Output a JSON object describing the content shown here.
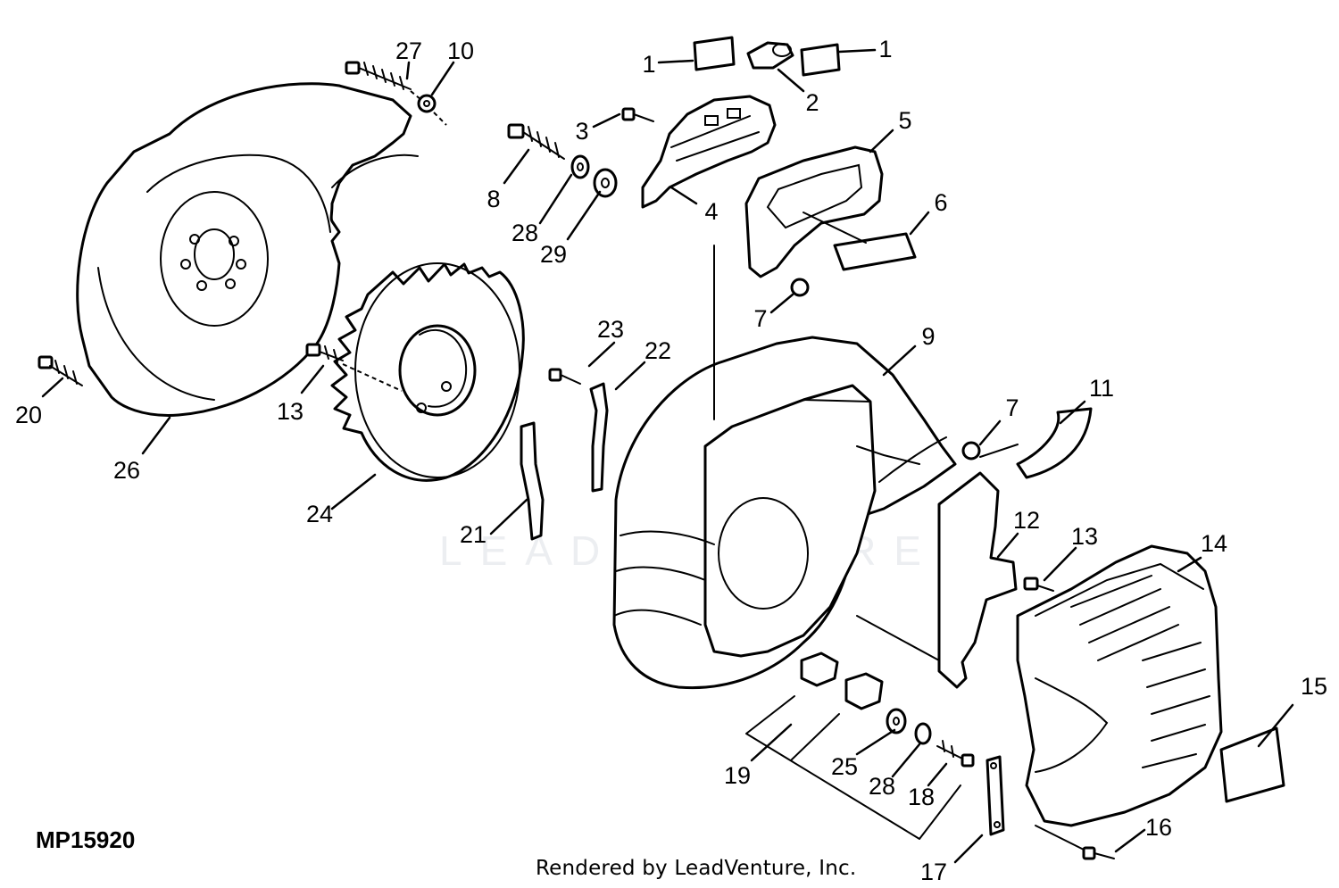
{
  "diagram_code": "MP15920",
  "footer": "Rendered by LeadVenture, Inc.",
  "watermark": "LEADVENTURE",
  "callouts": [
    {
      "id": "c1a",
      "label": "1"
    },
    {
      "id": "c1b",
      "label": "1"
    },
    {
      "id": "c2",
      "label": "2"
    },
    {
      "id": "c3",
      "label": "3"
    },
    {
      "id": "c4",
      "label": "4"
    },
    {
      "id": "c5",
      "label": "5"
    },
    {
      "id": "c6",
      "label": "6"
    },
    {
      "id": "c7a",
      "label": "7"
    },
    {
      "id": "c7b",
      "label": "7"
    },
    {
      "id": "c8",
      "label": "8"
    },
    {
      "id": "c9",
      "label": "9"
    },
    {
      "id": "c10",
      "label": "10"
    },
    {
      "id": "c11",
      "label": "11"
    },
    {
      "id": "c12",
      "label": "12"
    },
    {
      "id": "c13a",
      "label": "13"
    },
    {
      "id": "c13b",
      "label": "13"
    },
    {
      "id": "c14",
      "label": "14"
    },
    {
      "id": "c15",
      "label": "15"
    },
    {
      "id": "c16",
      "label": "16"
    },
    {
      "id": "c17",
      "label": "17"
    },
    {
      "id": "c18",
      "label": "18"
    },
    {
      "id": "c19",
      "label": "19"
    },
    {
      "id": "c20",
      "label": "20"
    },
    {
      "id": "c21",
      "label": "21"
    },
    {
      "id": "c22",
      "label": "22"
    },
    {
      "id": "c23",
      "label": "23"
    },
    {
      "id": "c24",
      "label": "24"
    },
    {
      "id": "c25",
      "label": "25"
    },
    {
      "id": "c26",
      "label": "26"
    },
    {
      "id": "c27",
      "label": "27"
    },
    {
      "id": "c28a",
      "label": "28"
    },
    {
      "id": "c28b",
      "label": "28"
    },
    {
      "id": "c29",
      "label": "29"
    }
  ]
}
